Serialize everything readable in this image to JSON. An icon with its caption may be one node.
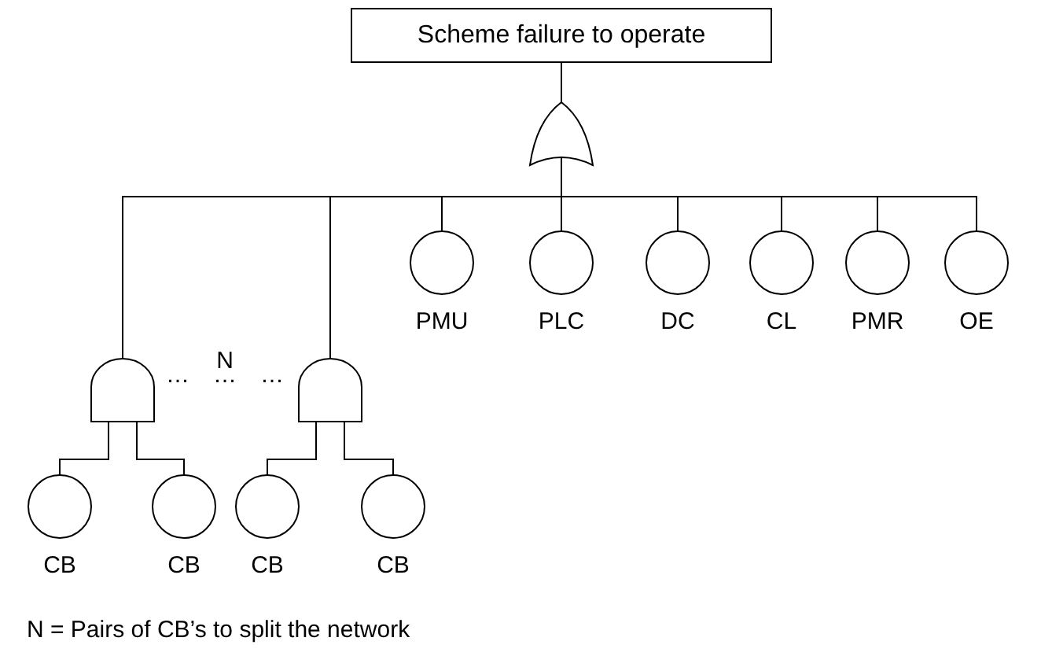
{
  "diagram": {
    "caption": "N = Pairs of CB’s to split the network",
    "nodes": [
      {
        "text": [
          "Scheme failure to operate"
        ]
      },
      {
        "text": [],
        "shape": "or-gate"
      },
      {
        "text": [],
        "shape": "and-gate"
      },
      {
        "text": [],
        "shape": "and-gate"
      },
      {
        "text": [
          "PMU"
        ]
      },
      {
        "text": [
          "PLC"
        ]
      },
      {
        "text": [
          "DC"
        ]
      },
      {
        "text": [
          "CL"
        ]
      },
      {
        "text": [
          "PMR"
        ]
      },
      {
        "text": [
          "OE"
        ]
      },
      {
        "text": [
          "CB"
        ]
      },
      {
        "text": [
          "CB"
        ]
      },
      {
        "text": [
          "CB"
        ]
      },
      {
        "text": [
          "CB"
        ]
      }
    ],
    "edges": [
      {
        "from": 1,
        "to": 0,
        "arrow": "none"
      },
      {
        "from": 1,
        "to": 2,
        "arrow": "none"
      },
      {
        "from": 1,
        "to": 3,
        "arrow": "none"
      },
      {
        "from": 1,
        "to": 4,
        "arrow": "none"
      },
      {
        "from": 1,
        "to": 5,
        "arrow": "none"
      },
      {
        "from": 1,
        "to": 6,
        "arrow": "none"
      },
      {
        "from": 1,
        "to": 7,
        "arrow": "none"
      },
      {
        "from": 1,
        "to": 8,
        "arrow": "none"
      },
      {
        "from": 1,
        "to": 9,
        "arrow": "none"
      },
      {
        "from": 2,
        "to": 10,
        "arrow": "none"
      },
      {
        "from": 2,
        "to": 11,
        "arrow": "none"
      },
      {
        "from": 3,
        "to": 12,
        "arrow": "none"
      },
      {
        "from": 3,
        "to": 13,
        "arrow": "none"
      }
    ],
    "labels": [
      "N",
      "…",
      "…",
      "…"
    ]
  }
}
